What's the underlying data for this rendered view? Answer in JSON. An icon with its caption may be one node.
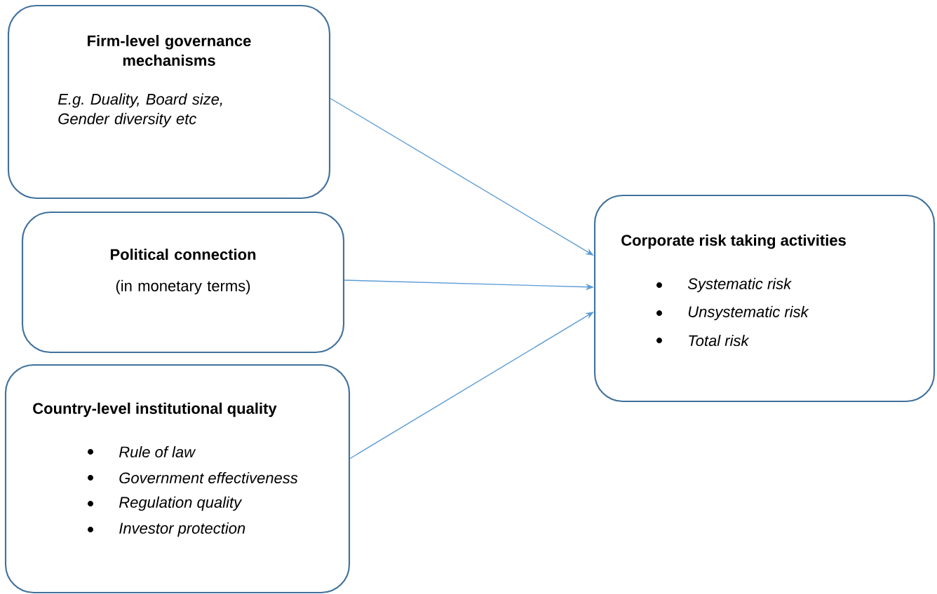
{
  "diagram": {
    "nodes": [
      {
        "text": [
          "Firm-level governance mechanisms",
          "E.g. Duality, Board size, Gender diversity etc"
        ]
      },
      {
        "text": [
          "Political connection",
          "(in monetary terms)"
        ]
      },
      {
        "text": [
          "Country-level institutional quality",
          "Rule of law",
          "Government effectiveness",
          "Regulation quality",
          "Investor protection"
        ]
      },
      {
        "text": [
          "Corporate risk taking activities",
          "Systematic risk",
          "Unsystematic risk",
          "Total risk"
        ]
      }
    ],
    "edges": [
      {
        "from": 0,
        "to": 3,
        "arrow": "to"
      },
      {
        "from": 1,
        "to": 3,
        "arrow": "to"
      },
      {
        "from": 2,
        "to": 3,
        "arrow": "to"
      }
    ]
  }
}
